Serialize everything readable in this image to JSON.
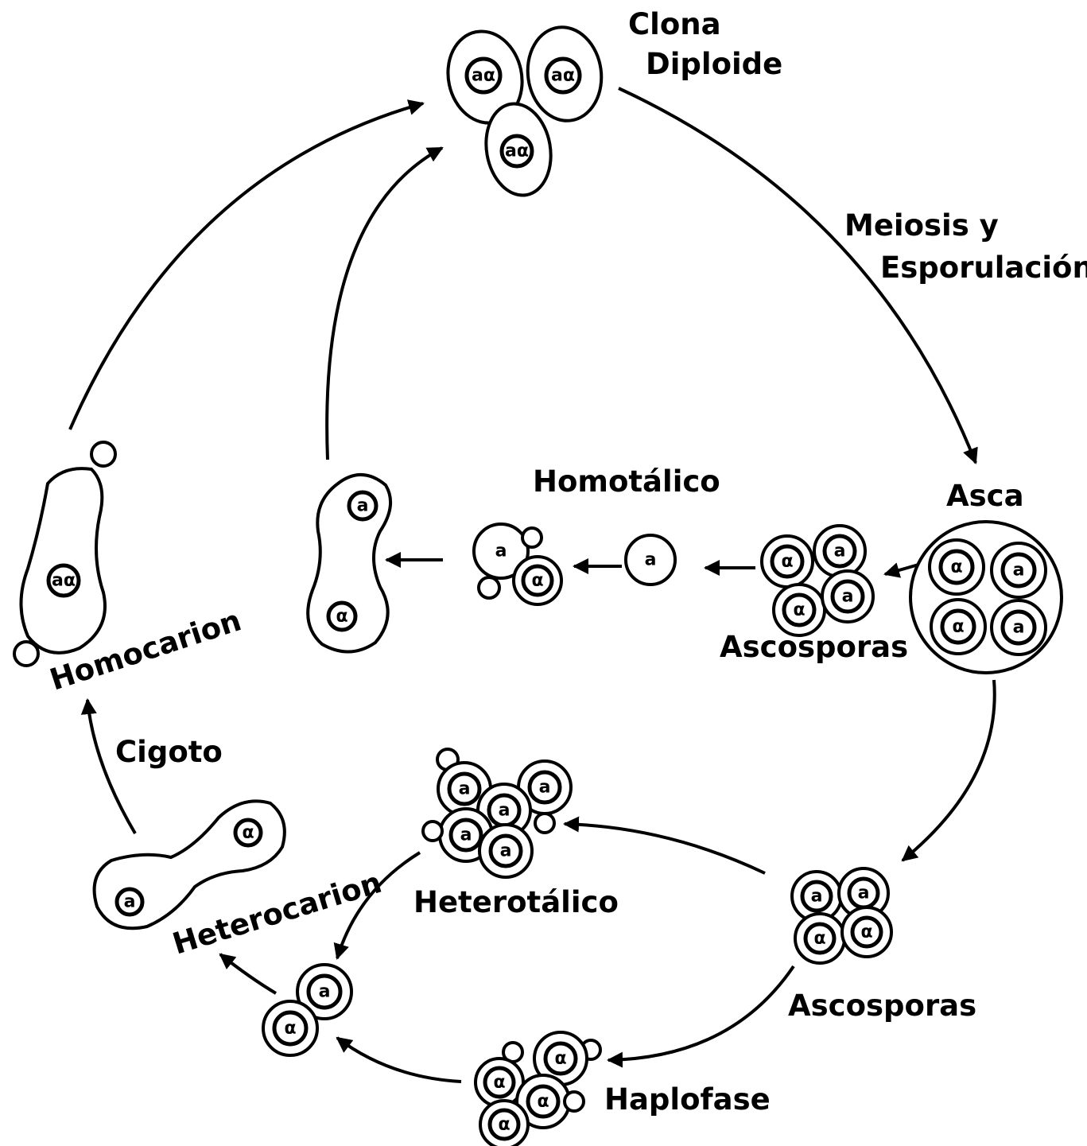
{
  "labels": {
    "clona": "Clona",
    "diploide": "Diploide",
    "meiosis": "Meiosis  y",
    "esporulacion": "Esporulación",
    "asca": "Asca",
    "homotalico": "Homotálico",
    "ascosporas_top": "Ascosporas",
    "homocarion": "Homocarion",
    "cigoto": "Cigoto",
    "heterotalico": "Heterotálico",
    "heterocarion": "Heterocarion",
    "ascosporas_bottom": "Ascosporas",
    "haplofase": "Haplofase"
  },
  "glyphs": {
    "a": "a",
    "alpha": "α",
    "diploid": "aα"
  }
}
